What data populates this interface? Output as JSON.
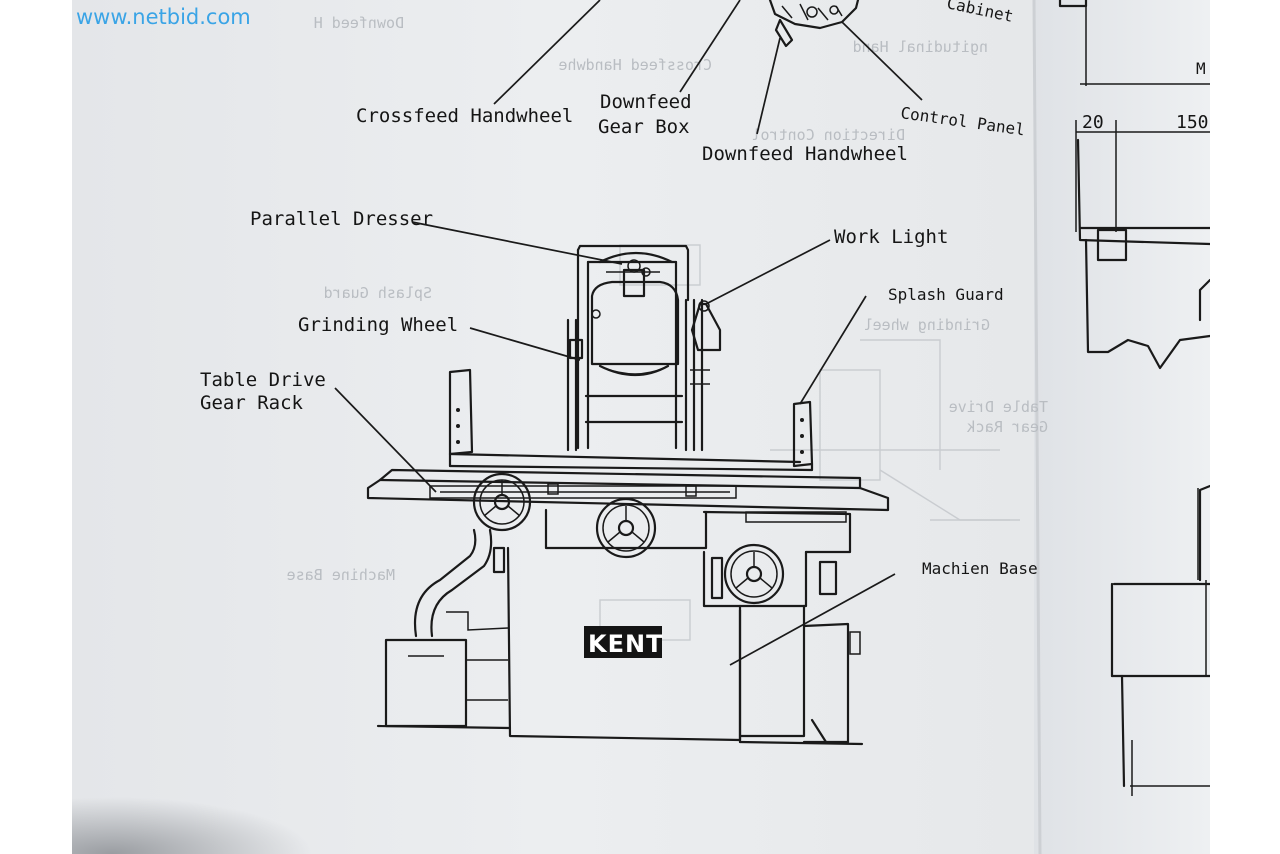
{
  "watermark": "www.netbid.com",
  "logo_text": "KENT",
  "top_labels": {
    "crossfeed_handwheel": "Crossfeed Handwheel",
    "downfeed_gear_box_line1": "Downfeed",
    "downfeed_gear_box_line2": "Gear Box",
    "downfeed_handwheel": "Downfeed Handwheel",
    "control_panel": "Control Panel",
    "cabinet_partial": "Cabinet"
  },
  "labels": {
    "parallel_dresser": "Parallel Dresser",
    "work_light": "Work Light",
    "splash_guard": "Splash Guard",
    "grinding_wheel": "Grinding Wheel",
    "table_drive_line1": "Table Drive",
    "table_drive_line2": "Gear Rack",
    "machine_base": "Machien Base"
  },
  "dimensions": {
    "dim_20": "20",
    "dim_150": "150",
    "dim_m": "M"
  },
  "bleed_through": {
    "downfeed": "Downfeed H",
    "longitudinal": "ngitudinal Hand",
    "crossfeed": "Crossfeed Handwhe",
    "direction": "Direction Control",
    "splash": "Splash Guard",
    "grinding": "Grinding wheel",
    "table_drive": "Table Drive",
    "gear_rack": "Gear Rack",
    "machine_base": "Machine Base"
  }
}
